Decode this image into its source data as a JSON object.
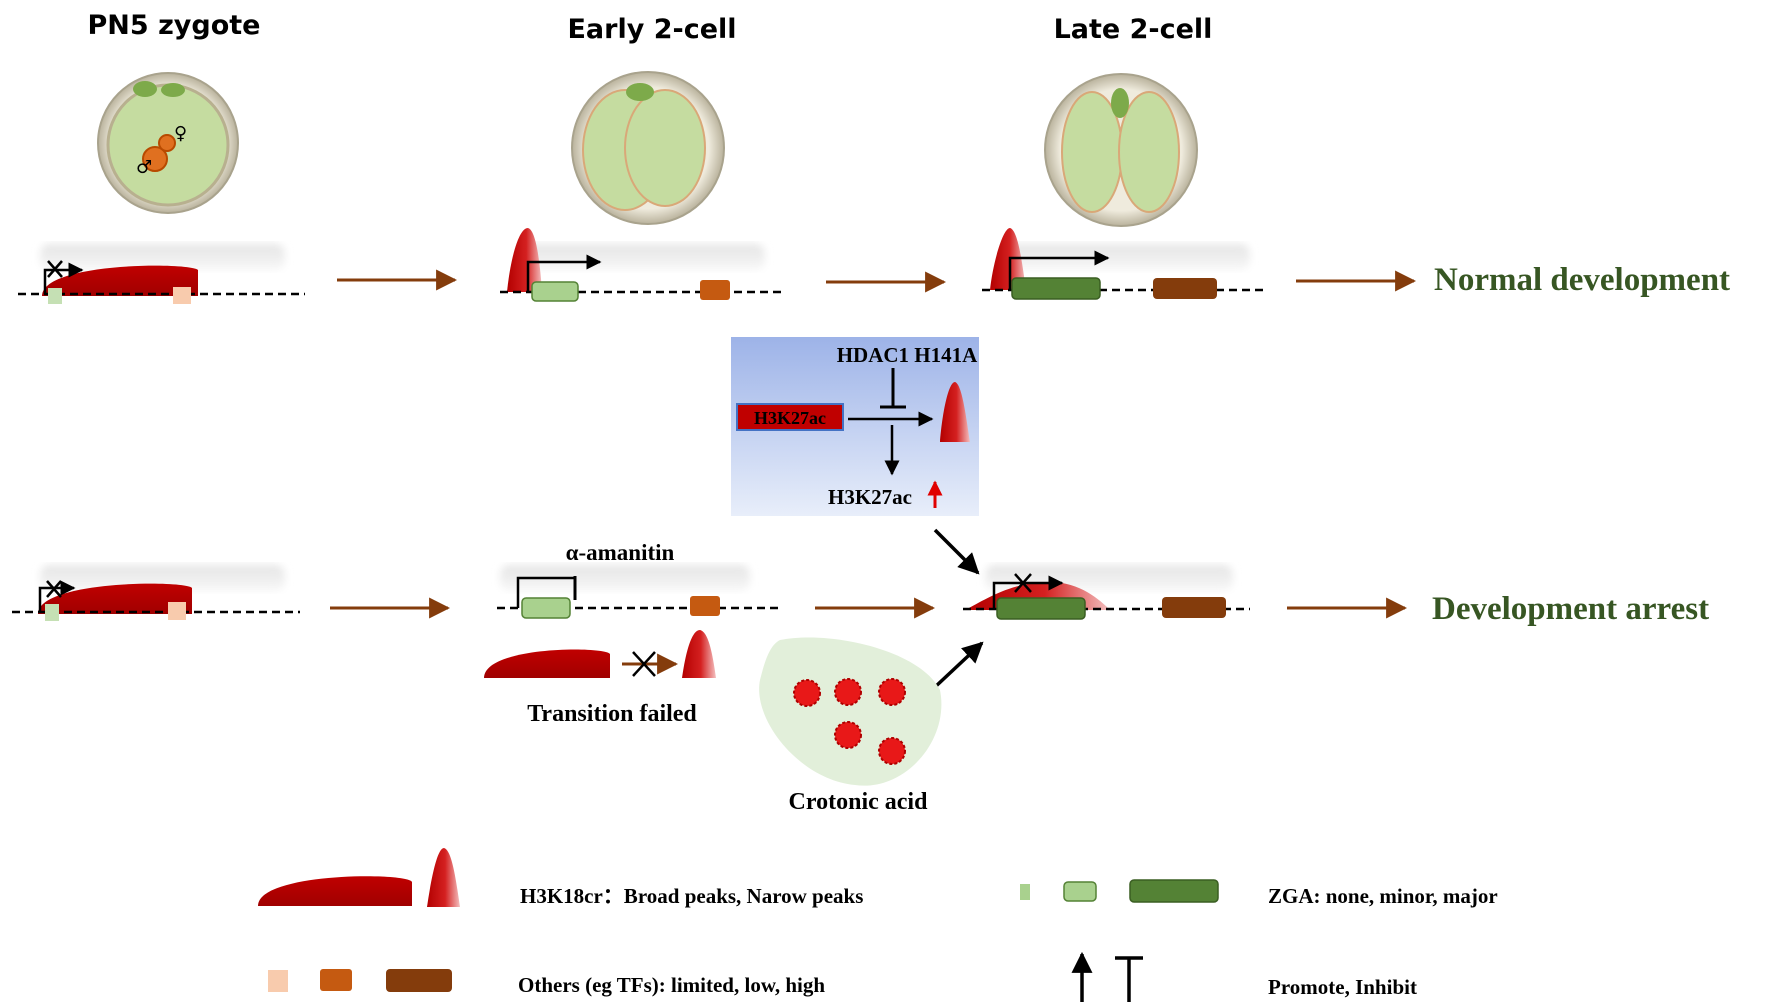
{
  "stages": {
    "pn5": "PN5 zygote",
    "early2": "Early 2-cell",
    "late2": "Late 2-cell"
  },
  "outcomes": {
    "normal": "Normal development",
    "arrest": "Development arrest"
  },
  "inset": {
    "hdac": "HDAC1 H141A",
    "mark_box": "H3K27ac",
    "result": "H3K27ac"
  },
  "treatments": {
    "amanitin": "α-amanitin",
    "transition": "Transition failed",
    "crotonic": "Crotonic acid"
  },
  "legend": {
    "h3k18cr": "H3K18cr：Broad peaks, Narow peaks",
    "zga": "ZGA: none, minor, major",
    "others": "Others (eg TFs): limited, low, high",
    "promote": "Promote, Inhibit"
  },
  "symbols": {
    "male": "♂",
    "female": "♀"
  },
  "colors": {
    "peak_red": "#c00000",
    "zga_light": "#a9d18e",
    "zga_major": "#548235",
    "arrow_brown": "#843c0c",
    "tf_limited": "#f8cbad",
    "tf_low": "#c55a11",
    "tf_high": "#843c0c",
    "outcome_green": "#375623",
    "cell_green": "#c5dca0",
    "zona": "#e6e1cf"
  }
}
